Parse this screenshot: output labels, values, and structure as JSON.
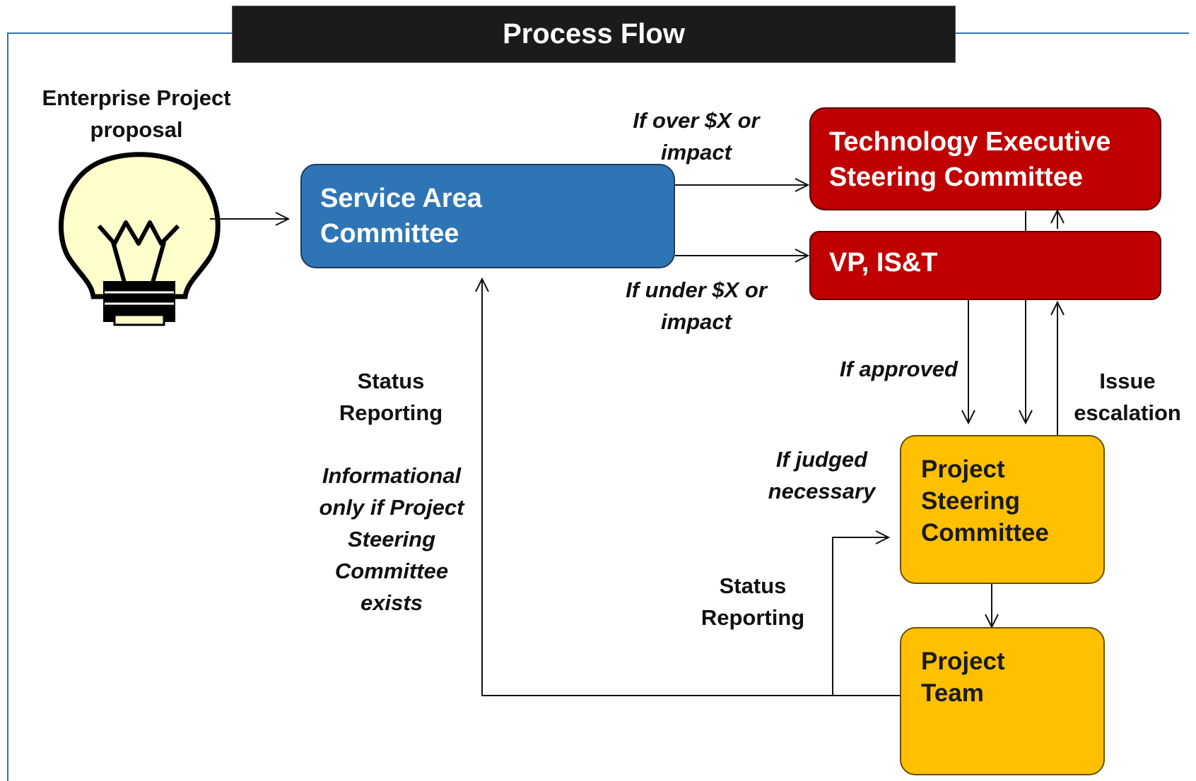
{
  "title": "Process Flow",
  "colors": {
    "service_area": "#2e75b6",
    "executive": "#c00000",
    "project": "#ffc000",
    "title_bar": "#1b1b1b",
    "bulb": "#ffffcc"
  },
  "icons": {
    "proposal": "lightbulb-icon"
  },
  "proposal_label": [
    "Enterprise Project",
    "proposal"
  ],
  "nodes": {
    "service_area": [
      "Service Area",
      "Committee"
    ],
    "tesc": [
      "Technology Executive",
      "Steering Committee"
    ],
    "vp": "VP,  IS&T",
    "psc": [
      "Project",
      "Steering",
      "Committee"
    ],
    "team": [
      "Project",
      "Team"
    ]
  },
  "edge_labels": {
    "over": [
      "If over $X or",
      "impact"
    ],
    "under": [
      "If under $X or",
      "impact"
    ],
    "approved": "If approved",
    "issue": [
      "Issue",
      "escalation"
    ],
    "status_left": [
      "Status",
      "Reporting"
    ],
    "informational": [
      "Informational",
      "only if Project",
      "Steering",
      "Committee",
      "exists"
    ],
    "judged": [
      "If judged",
      "necessary"
    ],
    "status_mid": [
      "Status",
      "Reporting"
    ]
  }
}
